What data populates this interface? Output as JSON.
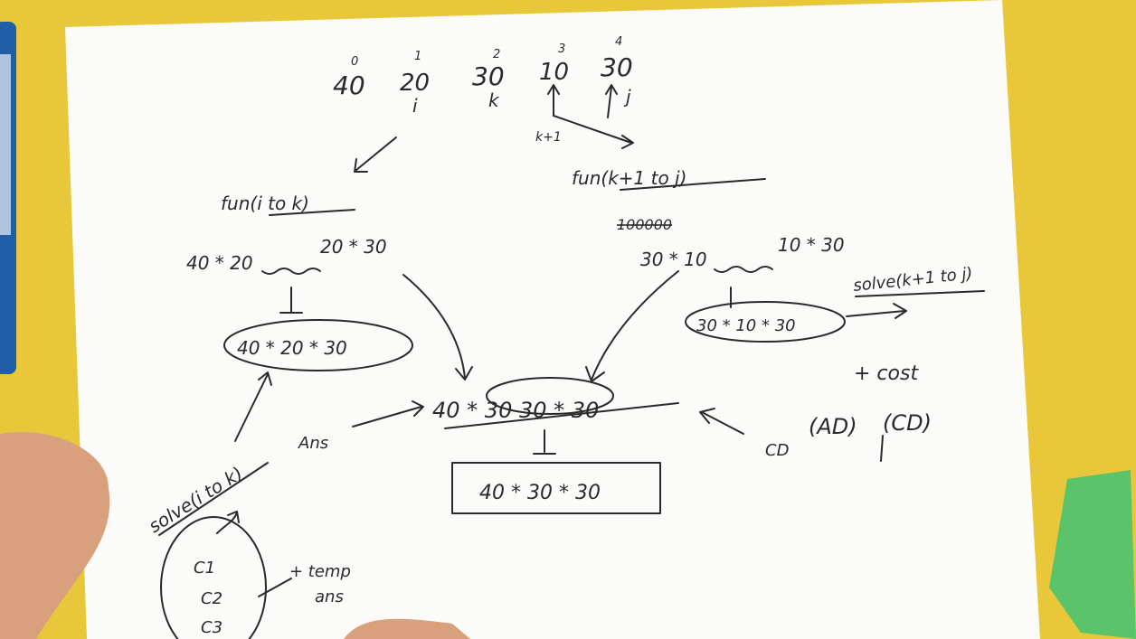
{
  "colors": {
    "background": "#e8c83a",
    "paper": "#fbfbf9",
    "ink": "#2a2a2a",
    "marker": "#1f5fa8",
    "sharpener": "#5bc36a",
    "skin": "#d9a07e"
  },
  "array": {
    "indices": [
      "0",
      "1",
      "2",
      "3",
      "4"
    ],
    "values": [
      "40",
      "20",
      "30",
      "10",
      "30"
    ],
    "pointers": [
      "i",
      "k",
      "j"
    ],
    "split_label": "k+1"
  },
  "left_branch": {
    "call": "fun(i to k)",
    "product_a": "40 * 20",
    "product_b": "20 * 30",
    "result": "40 * 20 * 30",
    "solve": "solve(i to k)",
    "ans_label": "Ans"
  },
  "right_branch": {
    "call": "fun(k+1 to j)",
    "scratch": "100000",
    "product_a": "30 * 10",
    "product_b": "10 * 30",
    "result": "30 * 10 * 30",
    "solve": "solve(k+1 to j)",
    "cost": "+ cost",
    "ad": "(AD)",
    "cd": "(CD)",
    "cd_prefix": "CD"
  },
  "center": {
    "merge": "40 * 30  30 * 30",
    "final": "40 * 30 * 30"
  },
  "bottom": {
    "cases": [
      "C1",
      "C2",
      "C3"
    ],
    "temp": "+ temp",
    "ans": "ans"
  }
}
